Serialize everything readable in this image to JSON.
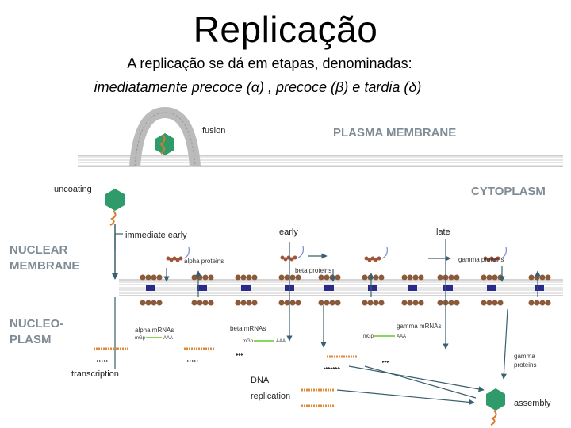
{
  "slide": {
    "title": "Replicação",
    "subtitle_line1": "A replicação se dá em etapas, denominadas:",
    "subtitle_line2": "imediatamente precoce (α) , precoce (β) e tardia (δ)"
  },
  "diagram": {
    "regions": {
      "plasma_membrane": "PLASMA MEMBRANE",
      "cytoplasm": "CYTOPLASM",
      "nuclear_membrane_1": "NUCLEAR",
      "nuclear_membrane_2": "MEMBRANE",
      "nucleoplasm_1": "NUCLEO-",
      "nucleoplasm_2": "PLASM"
    },
    "steps": {
      "fusion": "fusion",
      "uncoating": "uncoating",
      "immediate_early": "immediate early",
      "early": "early",
      "late": "late",
      "transcription": "transcription",
      "dna_1": "DNA",
      "dna_2": "replication",
      "assembly": "assembly"
    },
    "labels": {
      "alpha_proteins": "alpha proteins",
      "beta_proteins": "beta proteins",
      "gamma_proteins": "gamma proteins",
      "alpha_mrnas": "alpha mRNAs",
      "beta_mrnas": "beta mRNAs",
      "gamma_mrnas": "gamma mRNAs",
      "mgp": "mGp",
      "aaa": "AAA",
      "gamma_proteins_nuc_1": "gamma",
      "gamma_proteins_nuc_2": "proteins"
    },
    "colors": {
      "capsid": "#2f9a6a",
      "membrane_bead": "#8a5a3a",
      "membrane_stroke": "#bbbbbb",
      "arrow": "#3a5f6e",
      "region_text": "#7f8c96",
      "dna": "#e08a3a",
      "mrna": "#8bd65a",
      "protein_bead": "#a0553a"
    }
  }
}
